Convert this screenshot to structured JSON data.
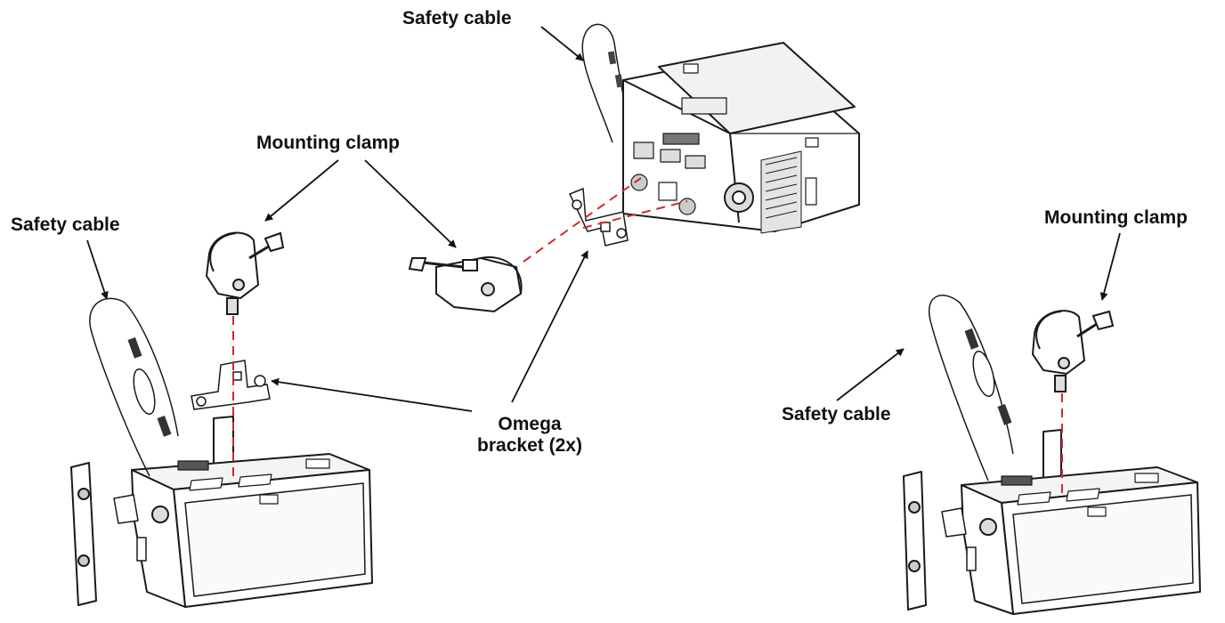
{
  "labels": {
    "safety_cable_top": "Safety cable",
    "mounting_clamp_center": "Mounting clamp",
    "safety_cable_left": "Safety cable",
    "mounting_clamp_right": "Mounting clamp",
    "safety_cable_right": "Safety cable",
    "omega_bracket_line1": "Omega",
    "omega_bracket_line2": "bracket (2x)"
  },
  "colors": {
    "ink": "#111111",
    "outline": "#1a1a1a",
    "alignment_line": "#d9262b",
    "body_fill": "#ffffff",
    "shade": "#d6d6d6"
  },
  "icons": {
    "fixture": "led-fixture-icon",
    "clamp": "mounting-clamp-icon",
    "bracket": "omega-bracket-icon",
    "cable": "safety-cable-icon"
  }
}
